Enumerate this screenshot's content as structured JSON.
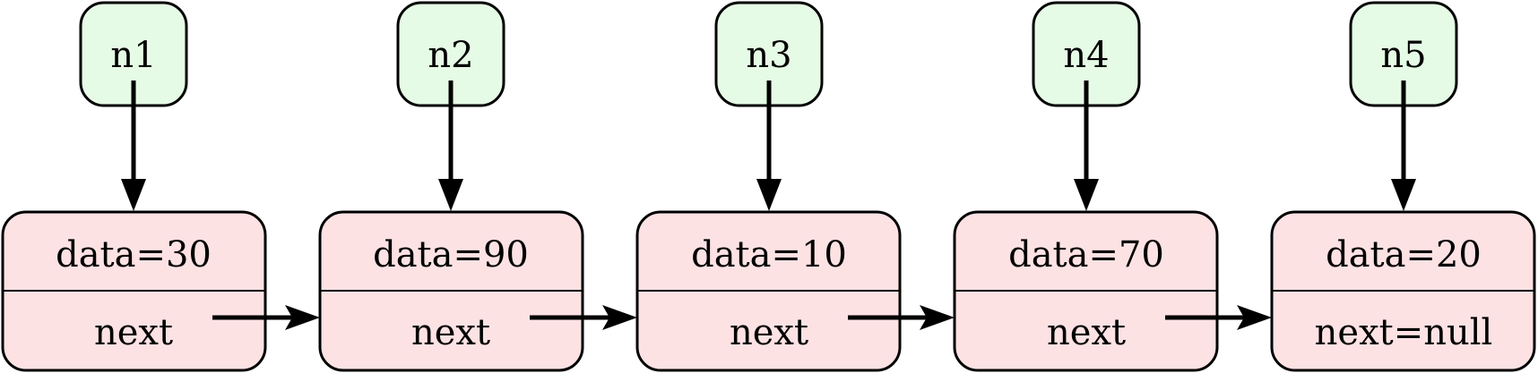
{
  "variables": [
    {
      "label": "n1"
    },
    {
      "label": "n2"
    },
    {
      "label": "n3"
    },
    {
      "label": "n4"
    },
    {
      "label": "n5"
    }
  ],
  "nodes": [
    {
      "data_label": "data=30",
      "next_label": "next"
    },
    {
      "data_label": "data=90",
      "next_label": "next"
    },
    {
      "data_label": "data=10",
      "next_label": "next"
    },
    {
      "data_label": "data=70",
      "next_label": "next"
    },
    {
      "data_label": "data=20",
      "next_label": "next=null"
    }
  ],
  "colors": {
    "variable_fill": "#e6fbe6",
    "node_fill": "#fde2e4",
    "stroke": "#000000"
  }
}
